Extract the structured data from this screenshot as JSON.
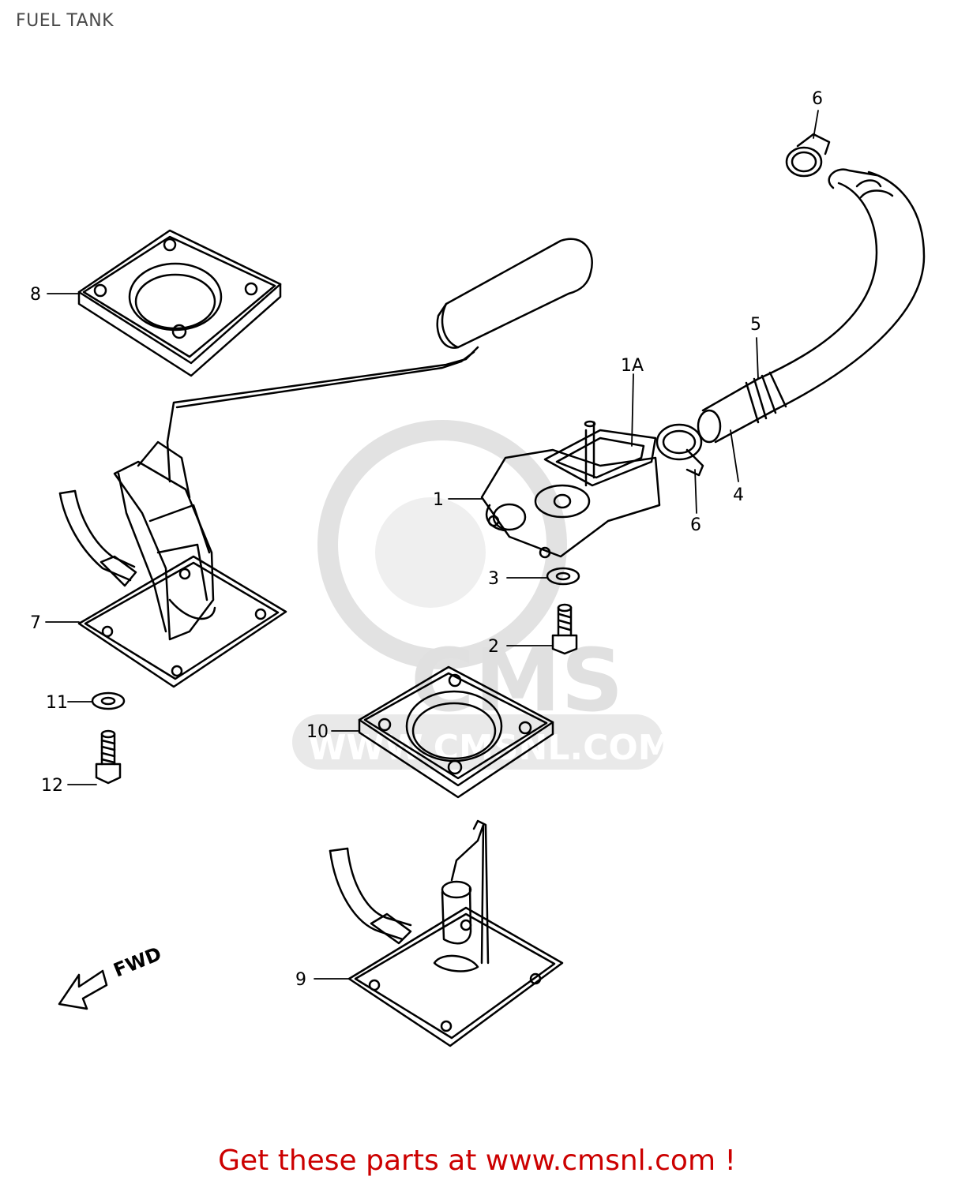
{
  "header": {
    "title": "FUEL TANK"
  },
  "watermark": {
    "url_text": "WWW.CMSNL.COM",
    "logo_text": "CMS"
  },
  "fwd_label": "FWD",
  "callouts": [
    {
      "id": "c1",
      "label": "1"
    },
    {
      "id": "c1a",
      "label": "1A"
    },
    {
      "id": "c2",
      "label": "2"
    },
    {
      "id": "c3",
      "label": "3"
    },
    {
      "id": "c4",
      "label": "4"
    },
    {
      "id": "c5",
      "label": "5"
    },
    {
      "id": "c6a",
      "label": "6"
    },
    {
      "id": "c6b",
      "label": "6"
    },
    {
      "id": "c7",
      "label": "7"
    },
    {
      "id": "c8",
      "label": "8"
    },
    {
      "id": "c9",
      "label": "9"
    },
    {
      "id": "c10",
      "label": "10"
    },
    {
      "id": "c11",
      "label": "11"
    },
    {
      "id": "c12",
      "label": "12"
    }
  ],
  "footer": {
    "link_text": "Get these parts at www.cmsnl.com !"
  },
  "colors": {
    "line": "#000000",
    "footer": "#cc0000",
    "watermark": "#e6e6e6"
  }
}
